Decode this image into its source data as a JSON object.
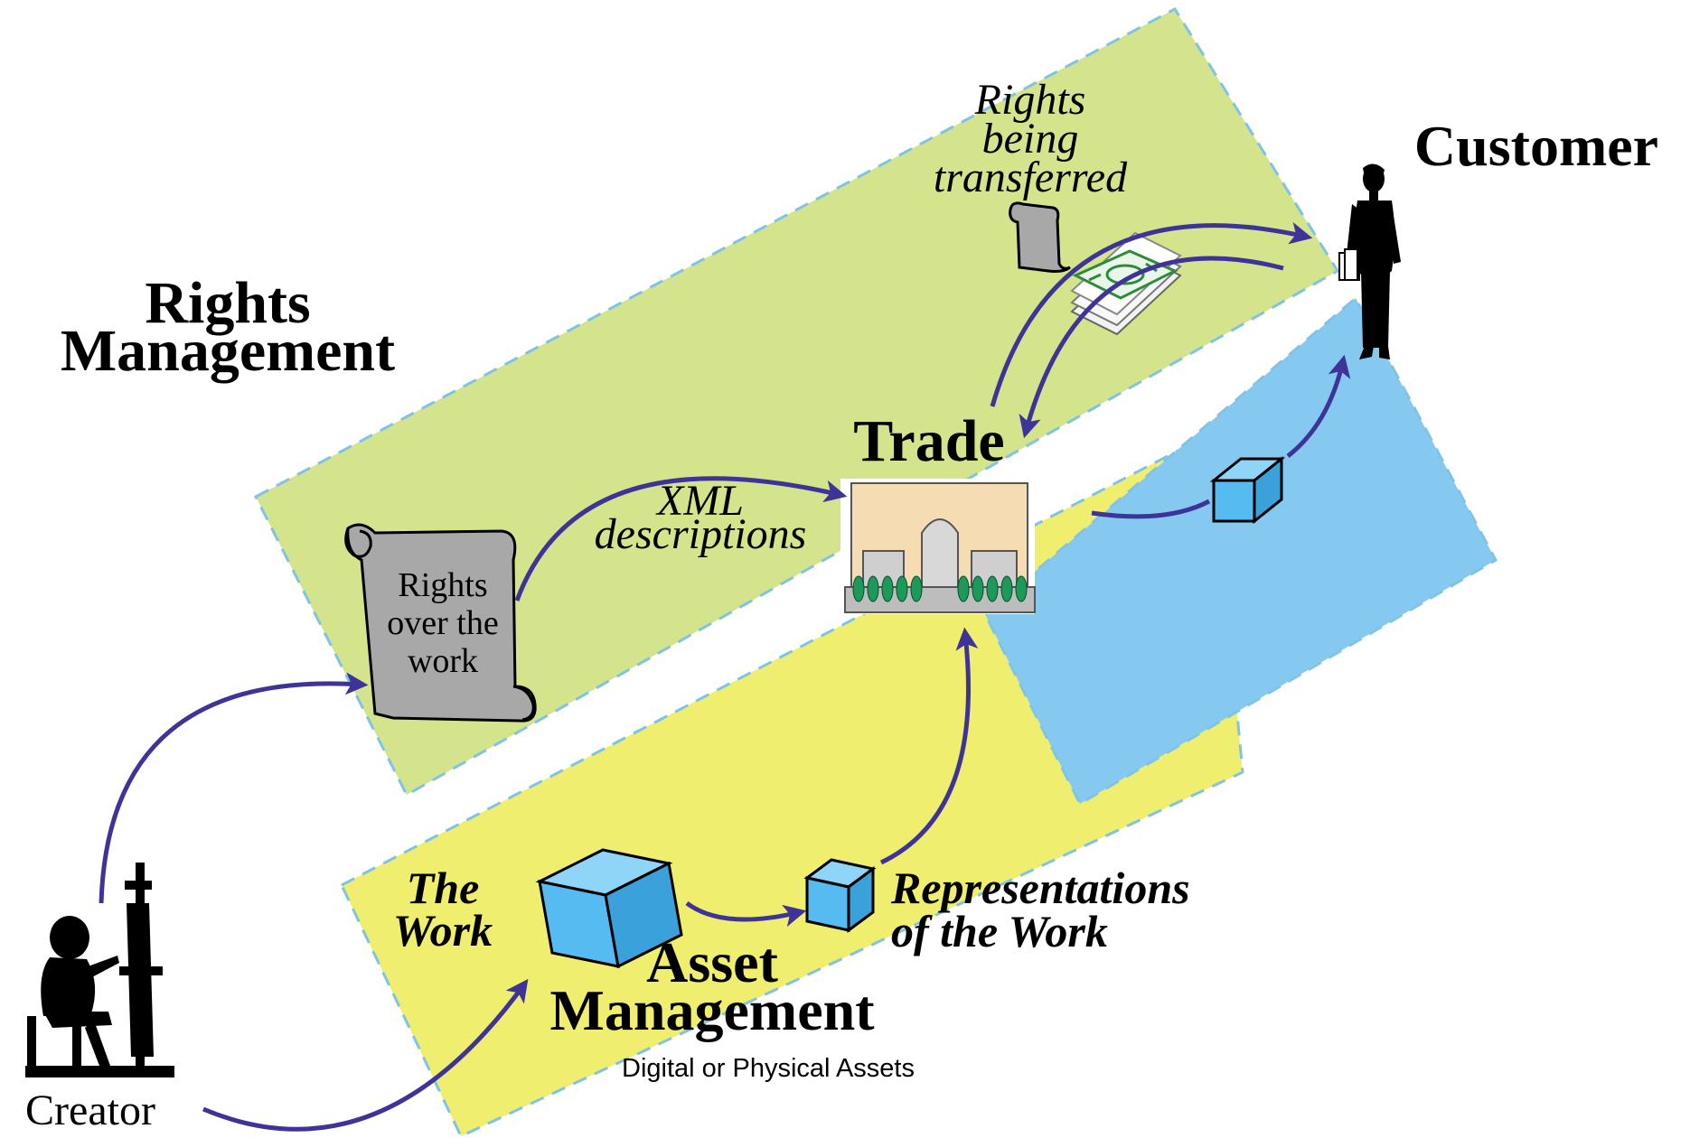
{
  "labels": {
    "rights_management_line1": "Rights",
    "rights_management_line2": "Management",
    "customer": "Customer",
    "rights_transferred_line1": "Rights",
    "rights_transferred_line2": "being",
    "rights_transferred_line3": "transferred",
    "trade": "Trade",
    "xml_line1": "XML",
    "xml_line2": "descriptions",
    "scroll_line1": "Rights",
    "scroll_line2": "over the",
    "scroll_line3": "work",
    "the_work_line1": "The",
    "the_work_line2": "Work",
    "representations_line1": "Representations",
    "representations_line2": "of the Work",
    "asset_management_line1": "Asset",
    "asset_management_line2": "Management",
    "asset_subtitle": "Digital or Physical Assets",
    "creator": "Creator"
  },
  "colors": {
    "rights_zone": "#d4e48c",
    "asset_zone": "#f0ee6e",
    "customer_zone": "#86c9f0",
    "zone_border": "#7fc3e6",
    "arrow": "#3d3399",
    "cube": "#55bbf0",
    "scroll": "#a8a8a8",
    "money": "#2e8b3c"
  }
}
